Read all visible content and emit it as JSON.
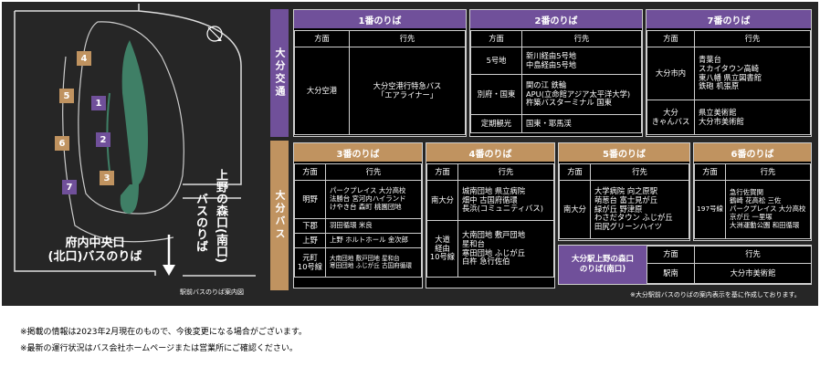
{
  "map": {
    "stops": [
      "1",
      "2",
      "3",
      "4",
      "5",
      "6",
      "7"
    ],
    "label_north": "上野の森口(南口)バスのりば",
    "label_north_line1": "上野の森口(南口)",
    "label_north_line2": "バスのりば",
    "label_south_line1": "府内中央口",
    "label_south_line2": "(北口)バスのりば",
    "caption": "駅前バスのりば案内図",
    "compass_icon": "compass-icon"
  },
  "colors": {
    "purple": "#70509a",
    "brown": "#c09360",
    "panel": "#262626",
    "green": "#3f7f66"
  },
  "sections": {
    "oita_kotsu": "大分交通",
    "oita_bus": "大分バス"
  },
  "headers": {
    "houmen": "方面",
    "yukisaki": "行先"
  },
  "stop1": {
    "title": "1番のりば",
    "rows": [
      {
        "dir": "大分空港",
        "dest": "大分空港行特急バス\n「エアライナー」"
      }
    ]
  },
  "stop2": {
    "title": "2番のりば",
    "rows": [
      {
        "dir": "5号地",
        "dest": "新川経由5号地\n中島経由5号地"
      },
      {
        "dir": "別府・国東",
        "dest": "関の江 鉄輪\nAPU(立命館アジア太平洋大学)\n杵築バスターミナル 国東"
      },
      {
        "dir": "定期観光",
        "dest": "国東・耶馬渓"
      }
    ]
  },
  "stop7": {
    "title": "7番のりば",
    "rows": [
      {
        "dir": "大分市内",
        "dest": "青葉台\nスカイタウン高崎\n東八幡 県立図書館\n鉄砲 机張原"
      },
      {
        "dir": "大分\nきゃんバス",
        "dest": "県立美術館\n大分市美術館"
      }
    ]
  },
  "stop3": {
    "title": "3番のりば",
    "rows": [
      {
        "dir": "明野",
        "dest": "パークプレイス 大分高校\n法勝台 宮河内ハイランド\nけやき台 森町 桃園団地"
      },
      {
        "dir": "下郡",
        "dest": "羽田循環 米良"
      },
      {
        "dir": "上野",
        "dest": "上野 ホルトホール 金次郎"
      },
      {
        "dir": "元町\n10号線",
        "dest": "大南団地 敷戸団地 星和台\n寒田団地 ふじが丘 古国府循環"
      }
    ]
  },
  "stop4": {
    "title": "4番のりば",
    "rows": [
      {
        "dir": "南大分",
        "dest": "城南団地 県立病院\n畑中 古国府循環\n長浜(コミュニティバス)"
      },
      {
        "dir": "大道\n経由\n10号線",
        "dest": "大南団地 敷戸団地\n星和台\n寒田団地 ふじが丘\n白杵 急行佐伯"
      }
    ]
  },
  "stop5": {
    "title": "5番のりば",
    "rows": [
      {
        "dir": "南大分",
        "dest": "大学病院 向之原駅\n萌葱台 富士見が丘\n緑が丘 野津原\nわさだタウン ふじが丘\n田尻グリーンハイツ"
      }
    ]
  },
  "stop6": {
    "title": "6番のりば",
    "rows": [
      {
        "dir": "197号線",
        "dest": "急行佐賀関\n鶴崎 花高松 三佐\nパークプレイス 大分高校\n京が丘 一里塚\n大洲運動公園 和田循環"
      }
    ]
  },
  "uenomori": {
    "title": "大分駅上野の森口\nのりば(南口)",
    "rows": [
      {
        "dir": "駅南",
        "dest": "大分市美術館"
      }
    ]
  },
  "note_right": "※大分駅前バスのりばの案内表示を基に作成しております。",
  "footnotes": [
    "※掲載の情報は2023年2月現在のもので、今後変更になる場合がございます。",
    "※最新の運行状況はバス会社ホームページまたは営業所にご確認ください。"
  ]
}
